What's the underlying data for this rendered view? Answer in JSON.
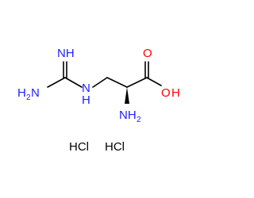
{
  "atoms": {
    "imine_n": "NH",
    "amine_n_prefix": "H",
    "amine_n_sub": "2",
    "amine_n_suffix": "N",
    "linker_n": "N",
    "linker_h": "H",
    "hydroxyl_o": "O",
    "hydroxyl_h": "H",
    "carbonyl_o": "O",
    "alpha_amine_n": "NH",
    "alpha_amine_sub": "2"
  },
  "salts": [
    "HCl",
    "HCl"
  ],
  "colors": {
    "nitrogen": "#2020ff",
    "oxygen": "#ff0000",
    "bond": "#000000",
    "salt_text": "#000000"
  }
}
